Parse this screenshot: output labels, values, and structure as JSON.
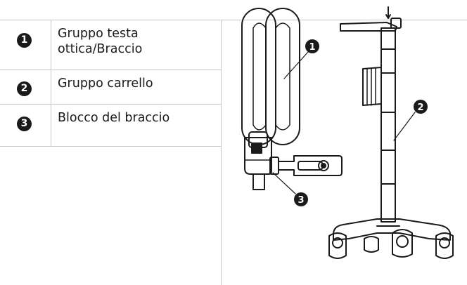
{
  "legend": {
    "items": [
      {
        "number": "1",
        "label": "Gruppo testa ottica/Braccio"
      },
      {
        "number": "2",
        "label": "Gruppo carrello"
      },
      {
        "number": "3",
        "label": "Blocco del braccio"
      }
    ]
  },
  "figure": {
    "callouts": [
      "1",
      "2",
      "3"
    ]
  }
}
